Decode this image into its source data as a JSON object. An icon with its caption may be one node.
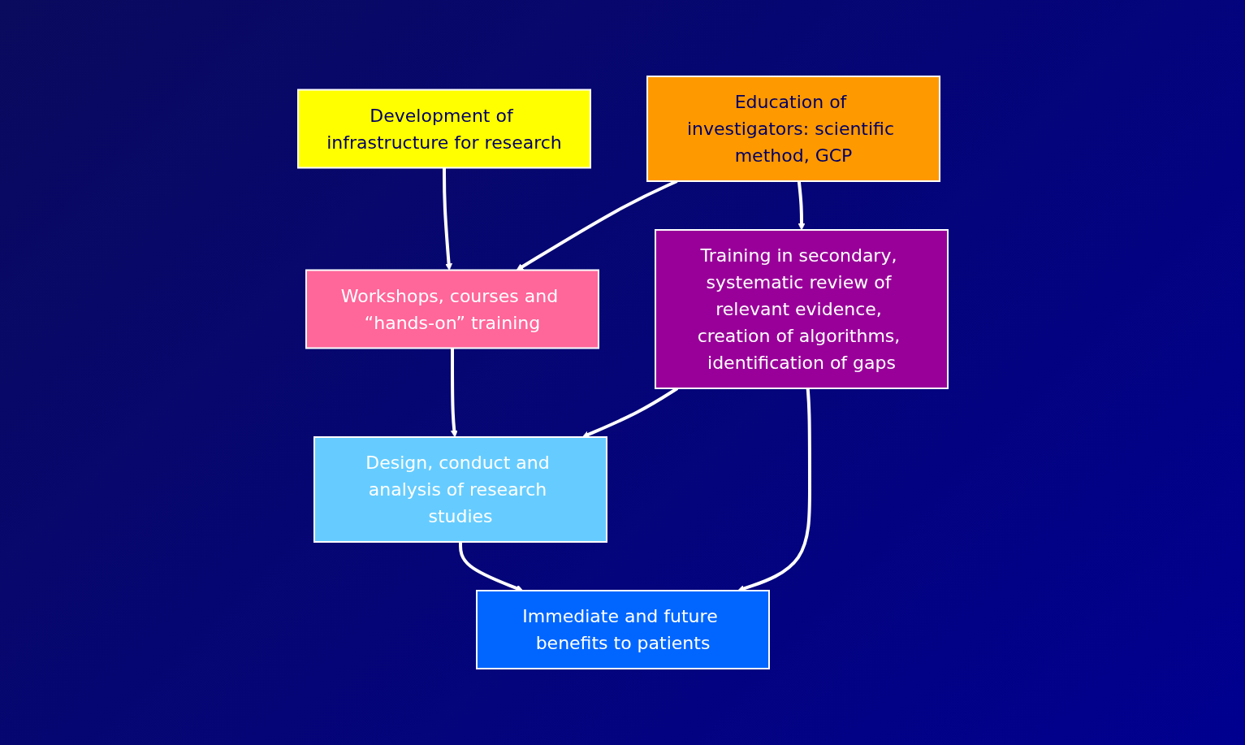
{
  "diagram": {
    "nodes": [
      {
        "text": [
          "Development of infrastructure for research"
        ]
      },
      {
        "text": [
          "Education of investigators: scientific method, GCP"
        ]
      },
      {
        "text": [
          "Workshops, courses and “hands-on” training"
        ]
      },
      {
        "text": [
          "Training in secondary, systematic review of relevant evidence, creation of algorithms, identification of gaps"
        ]
      },
      {
        "text": [
          "Design, conduct and analysis of research studies"
        ]
      },
      {
        "text": [
          "Immediate and future benefits to patients"
        ]
      }
    ],
    "edges": [
      {
        "from": 0,
        "to": 2,
        "arrow": "to"
      },
      {
        "from": 1,
        "to": 2,
        "arrow": "to"
      },
      {
        "from": 1,
        "to": 3,
        "arrow": "to"
      },
      {
        "from": 2,
        "to": 4,
        "arrow": "to"
      },
      {
        "from": 3,
        "to": 4,
        "arrow": "to"
      },
      {
        "from": 3,
        "to": 5,
        "arrow": "to"
      },
      {
        "from": 4,
        "to": 5,
        "arrow": "to"
      }
    ]
  }
}
